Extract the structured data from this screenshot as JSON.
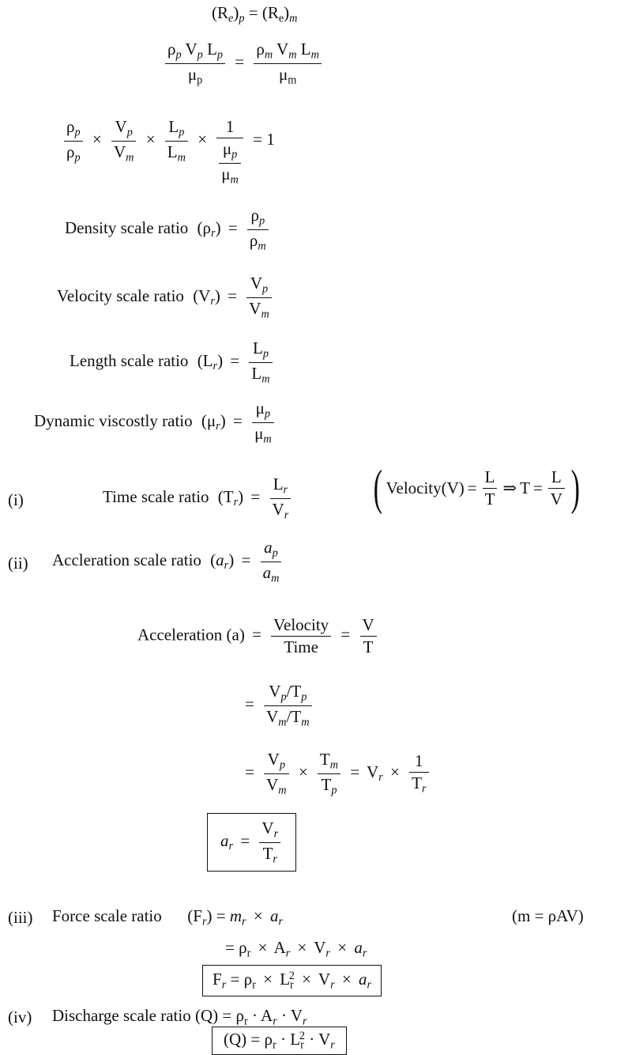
{
  "labels": {
    "density": "Density scale ratio",
    "velocity": "Velocity scale ratio",
    "length": "Length scale ratio",
    "viscosity": "Dynamic viscostly ratio",
    "time": "Time scale ratio",
    "velocity_word": "Velocity",
    "accel_ratio": "Accleration scale ratio",
    "acceleration": "Acceleration (a)",
    "time_word": "Time",
    "force": "Force scale ratio",
    "discharge": "Discharge scale ratio"
  },
  "item_numbers": [
    "(i)",
    "(ii)",
    "(iii)",
    "(iv)"
  ],
  "notes": {
    "mass_relation": "(m = ρAV)"
  }
}
